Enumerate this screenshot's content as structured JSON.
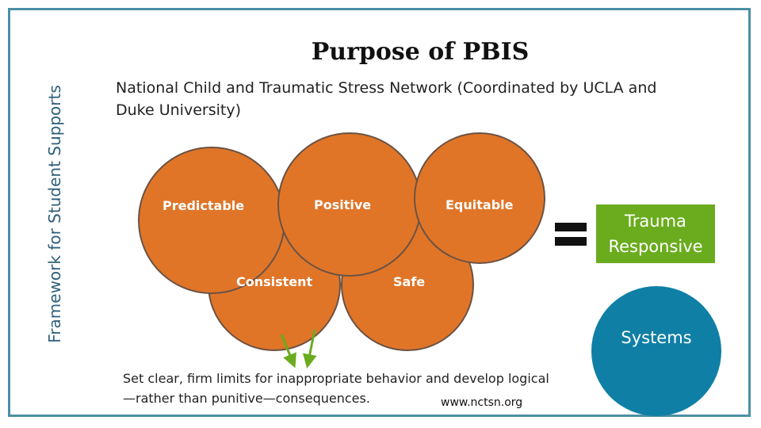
{
  "side_label": "Framework for Student Supports",
  "title": "Purpose of PBIS",
  "subtitle": "National Child and Traumatic Stress Network (Coordinated by UCLA and Duke University)",
  "circles": [
    {
      "label": "Predictable"
    },
    {
      "label": "Positive"
    },
    {
      "label": "Equitable"
    },
    {
      "label": "Consistent"
    },
    {
      "label": "Safe"
    }
  ],
  "result": {
    "label": "Trauma Responsive"
  },
  "systems": {
    "label": "Systems"
  },
  "caption": "Set clear, firm limits for inappropriate behavior and develop logical—rather than punitive—consequences.",
  "source": "www.nctsn.org",
  "colors": {
    "circle_fill": "#e07528",
    "circle_stroke": "#6b5243",
    "result_box": "#6aac1e",
    "systems_circle": "#0f7fa5",
    "arrow": "#6aac1e",
    "frame": "#4b8fa6"
  }
}
